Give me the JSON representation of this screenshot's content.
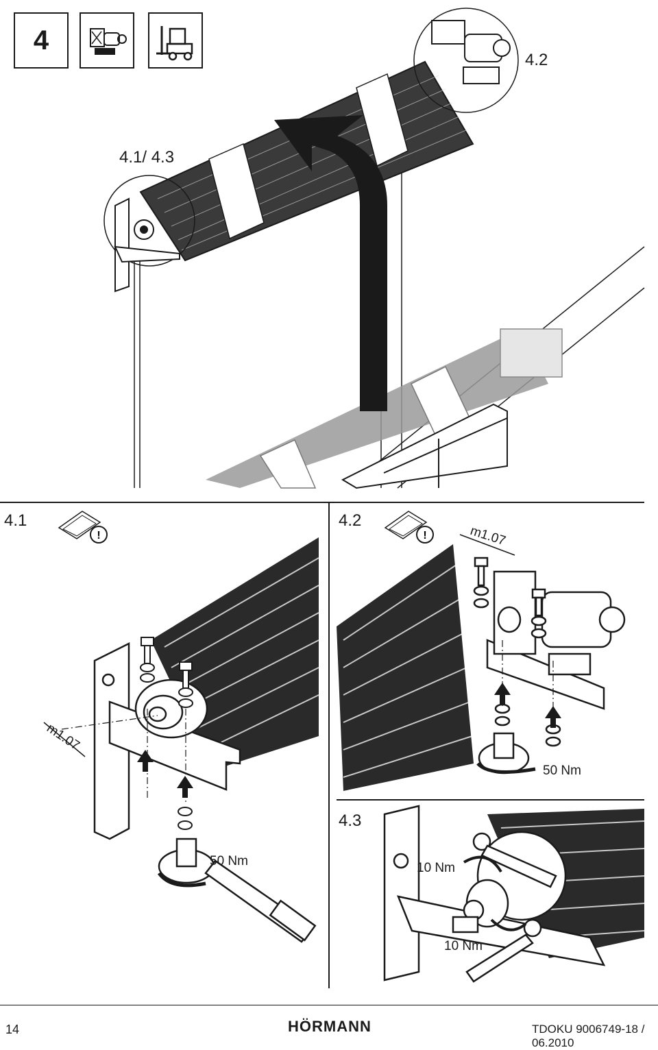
{
  "header": {
    "step_number": "4",
    "icons": [
      "motor-unit-icon",
      "forklift-icon"
    ]
  },
  "main_figure": {
    "label_top_right": "4.2",
    "label_left": "4.1/ 4.3"
  },
  "panel_41": {
    "label": "4.1",
    "dimension": "m1.07",
    "torque": "50 Nm"
  },
  "panel_42": {
    "label": "4.2",
    "dimension": "m1.07",
    "torque": "50 Nm"
  },
  "panel_43": {
    "label": "4.3",
    "torque_top": "10 Nm",
    "torque_bottom": "10 Nm"
  },
  "footer": {
    "page_number": "14",
    "brand": "HÖRMANN",
    "doc_id": "TDOKU 9006749-18 / 06.2010"
  }
}
